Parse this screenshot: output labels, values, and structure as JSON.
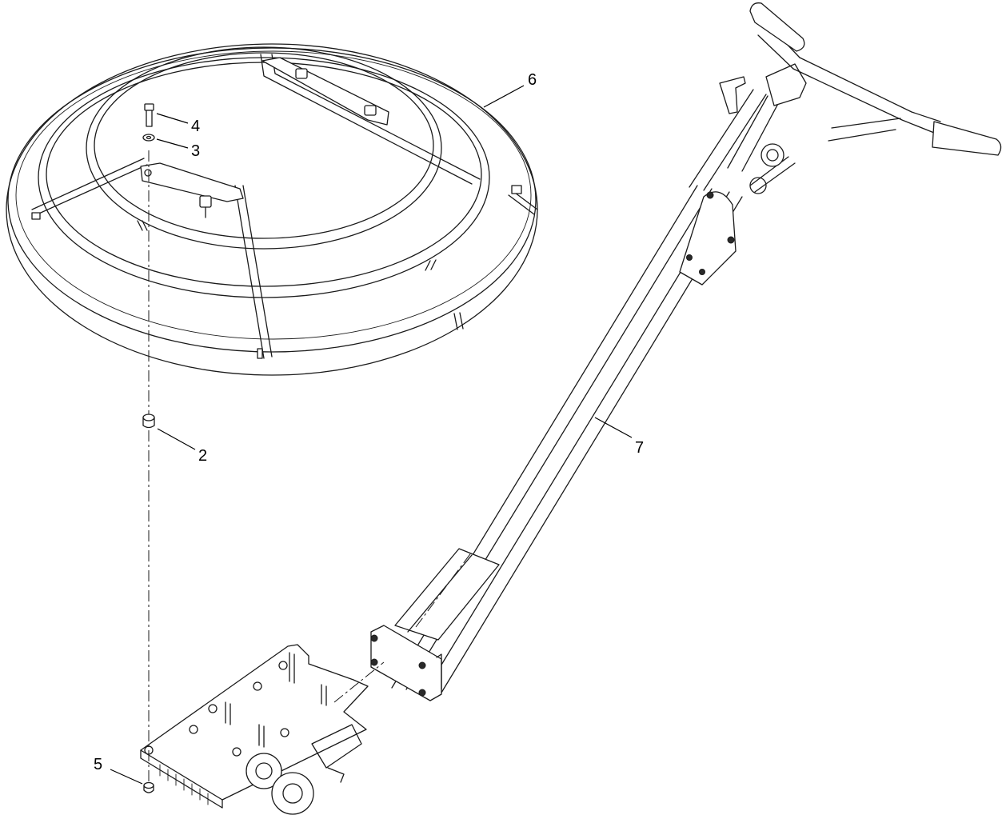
{
  "callouts": {
    "c2": "2",
    "c3": "3",
    "c4": "4",
    "c5": "5",
    "c6": "6",
    "c7": "7"
  }
}
